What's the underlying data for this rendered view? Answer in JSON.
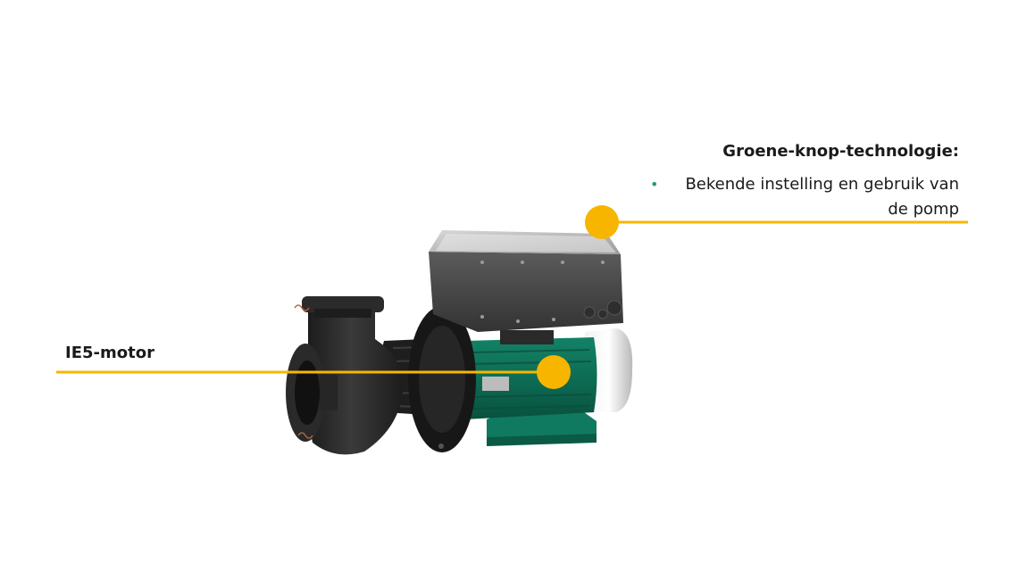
{
  "callouts": {
    "top_right": {
      "title": "Groene-knop-technologie:",
      "bullet": "Bekende instelling en gebruik van de pomp"
    },
    "left": {
      "title": "IE5-motor"
    }
  },
  "colors": {
    "accent_line": "#f5b700",
    "marker": "#f7b500",
    "bullet": "#1f9e7e",
    "motor_green": "#0f6e55",
    "pump_body": "#2a2a2a",
    "controller": "#4a4a4a"
  },
  "icons": {
    "bullet": "bullet-dot-icon",
    "marker": "callout-marker-icon"
  }
}
